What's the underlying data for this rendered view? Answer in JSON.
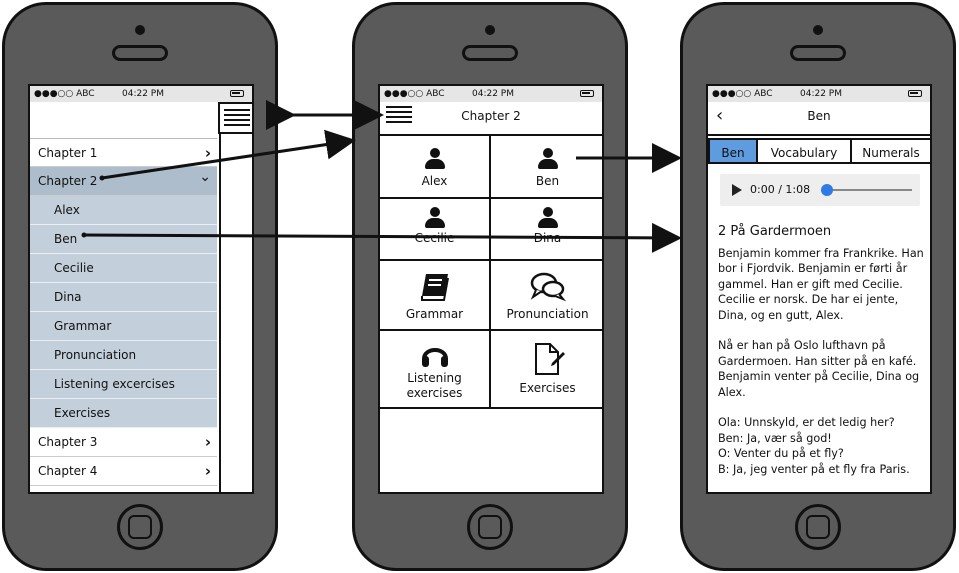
{
  "status_bar": {
    "carrier": "●●●○○ ABC",
    "time": "04:22 PM"
  },
  "phone1": {
    "chapters": [
      {
        "label": "Chapter 1",
        "state": "collapsed"
      },
      {
        "label": "Chapter 2",
        "state": "expanded"
      },
      {
        "label": "Chapter 3",
        "state": "collapsed"
      },
      {
        "label": "Chapter 4",
        "state": "collapsed"
      }
    ],
    "chapter2_items": [
      "Alex",
      "Ben",
      "Cecilie",
      "Dina",
      "Grammar",
      "Pronunciation",
      "Listening excercises",
      "Exercises"
    ],
    "menu_icon": "hamburger-icon"
  },
  "phone2": {
    "title": "Chapter 2",
    "people": [
      "Alex",
      "Ben",
      "Cecilie",
      "Dina"
    ],
    "grammar": "Grammar",
    "pronunciation": "Pronunciation",
    "listening": [
      "Listening",
      "exercises"
    ],
    "exercises": "Exercises"
  },
  "phone3": {
    "title": "Ben",
    "tabs": [
      "Ben",
      "Vocabulary",
      "Numerals"
    ],
    "active_tab": "Ben",
    "player_time": "0:00 / 1:08",
    "heading": "2 På Gardermoen",
    "para1": "Benjamin kommer fra Frankrike. Han bor i Fjordvik. Benjamin er førti år gammel. Han er gift med Cecilie. Cecilie er norsk. De har ei jente, Dina, og en gutt, Alex.",
    "para2": "Nå er han på Oslo lufthavn på Gardermoen. Han sitter på en kafé. Benjamin venter på Cecilie, Dina og Alex.",
    "dialogue": [
      "Ola: Unnskyld, er det ledig her?",
      "Ben: Ja, vær så god!",
      "O: Venter du på et fly?",
      "B: Ja, jeg venter på et fly fra Paris."
    ]
  },
  "colors": {
    "selected_chapter": "#aebdcc",
    "submenu": "#c3d0dc",
    "active_tab": "#5f9cdf",
    "phone_body": "#5a5a5a"
  }
}
